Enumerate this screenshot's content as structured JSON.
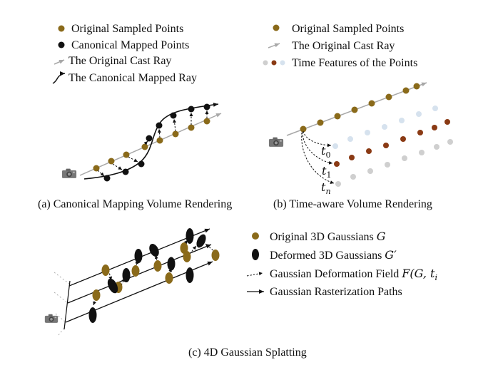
{
  "colors": {
    "original_point": "#8a6a1a",
    "canonical_point": "#111111",
    "time_light": "#d6e2ee",
    "time_dark": "#8a3a14",
    "time_gray": "#cfcfcf",
    "ray": "#a8a8a8"
  },
  "panel_a": {
    "legend": {
      "original_points": "Original Sampled Points",
      "canonical_points": "Canonical Mapped Points",
      "original_ray": "The Original Cast Ray",
      "canonical_ray": "The Canonical Mapped Ray"
    },
    "caption": "(a) Canonical Mapping Volume Rendering",
    "camera_icon": "camera-icon"
  },
  "panel_b": {
    "legend": {
      "original_points": "Original Sampled Points",
      "original_ray": "The Original Cast Ray",
      "time_features": "Time Features of the Points"
    },
    "labels": {
      "t0": "t",
      "t0_sub": "0",
      "t1": "t",
      "t1_sub": "1",
      "tn": "t",
      "tn_sub": "n"
    },
    "caption": "(b) Time-aware Volume Rendering",
    "camera_icon": "camera-icon"
  },
  "panel_c": {
    "legend": {
      "original_gaussians": "Original 3D Gaussians",
      "original_gaussians_sym": "G",
      "deformed_gaussians": "Deformed 3D Gaussians",
      "deformed_gaussians_sym": "G′",
      "deformation_field": "Gaussian Deformation Field",
      "deformation_field_sym": "F(G, t",
      "deformation_field_sub": "i",
      "raster_paths": "Gaussian Rasterization Paths"
    },
    "caption": "(c) 4D Gaussian Splatting",
    "camera_icon": "camera-icon"
  }
}
